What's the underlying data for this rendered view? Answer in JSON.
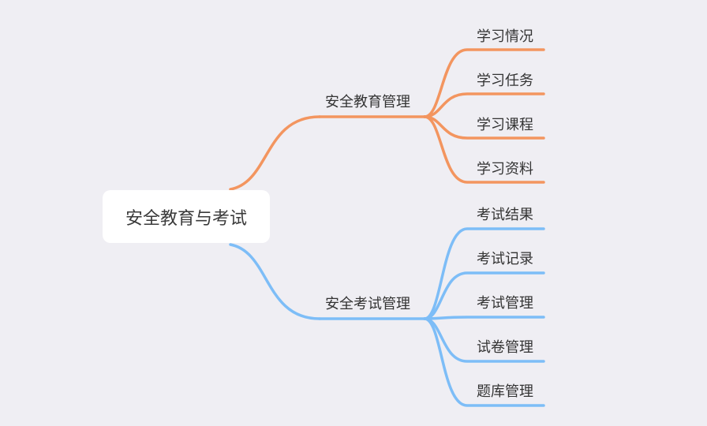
{
  "root": {
    "label": "安全教育与考试"
  },
  "branches": [
    {
      "label": "安全教育管理",
      "color": "#f3955f",
      "children": [
        "学习情况",
        "学习任务",
        "学习课程",
        "学习资料"
      ]
    },
    {
      "label": "安全考试管理",
      "color": "#7dbdf7",
      "children": [
        "考试结果",
        "考试记录",
        "考试管理",
        "试卷管理",
        "题库管理"
      ]
    }
  ]
}
